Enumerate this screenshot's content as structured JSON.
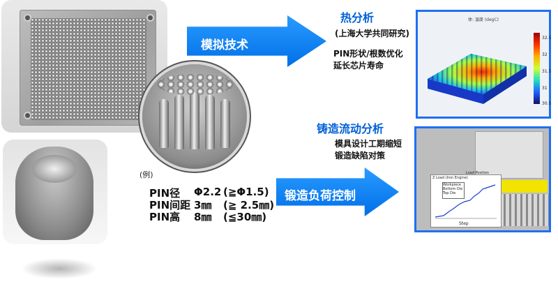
{
  "arrows": {
    "simulation": "模拟技术",
    "forging_load": "锻造负荷控制"
  },
  "thermal": {
    "title": "热分析",
    "partner": "(上海大学共同研究)",
    "lines": [
      "PIN形状/根数优化",
      "延长芯片寿命"
    ],
    "plot_title": "体: 温度 (degC)",
    "colorbar_ticks": [
      "32.5",
      "32",
      "31.5",
      "31",
      "30.5"
    ]
  },
  "casting": {
    "title": "铸造流动分析",
    "lines": [
      "模具设计工期缩短",
      "锻造缺陷对策"
    ]
  },
  "forge_plot": {
    "axis_title": "Z Load (Iron Engine)",
    "legend_title": "Load Position",
    "legend": [
      "Workpiece",
      "Bottom Die",
      "Top Die"
    ],
    "xlabel": "Step"
  },
  "specs": {
    "example": "(例)",
    "rows": [
      {
        "label": "PIN径",
        "value": "Φ2.2",
        "range": "(≧Φ1.5)"
      },
      {
        "label": "PIN间距",
        "value": "3㎜",
        "range": "(≧ 2.5㎜)"
      },
      {
        "label": "PIN高",
        "value": "8㎜",
        "range": "(≦30㎜)"
      }
    ]
  },
  "colors": {
    "arrow_blue": "#0a7cf0",
    "title_blue": "#0060d8",
    "panel_border": "#1f6ff0"
  }
}
